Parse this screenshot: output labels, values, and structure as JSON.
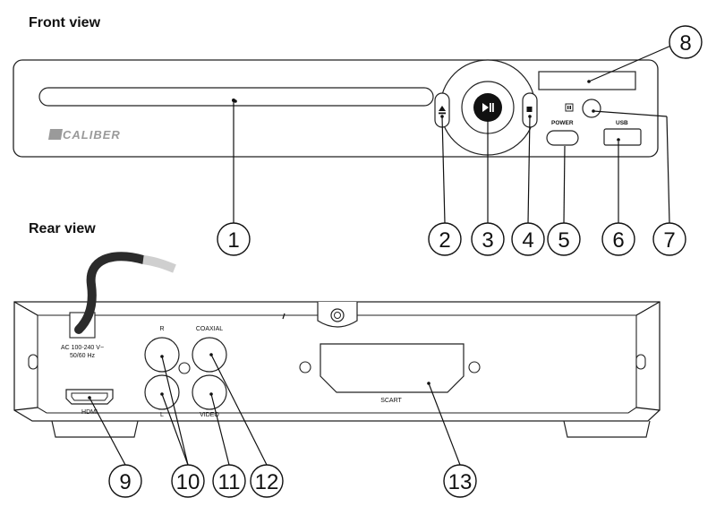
{
  "front_title": "Front view",
  "rear_title": "Rear view",
  "brand": "CALIBER",
  "labels": {
    "power": "POWER",
    "usb": "USB",
    "ac_line1": "AC 100-240 V~",
    "ac_line2": "50/60 Hz",
    "right": "R",
    "left": "L",
    "coaxial": "COAXIAL",
    "video": "VIDEO",
    "hdmi": "HDMI",
    "scart": "SCART"
  },
  "callouts": [
    "1",
    "2",
    "3",
    "4",
    "5",
    "6",
    "7",
    "8",
    "9",
    "10",
    "11",
    "12",
    "13"
  ]
}
